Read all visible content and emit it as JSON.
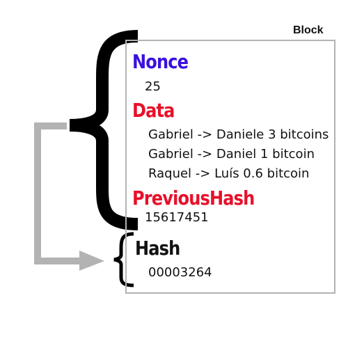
{
  "block": {
    "label": "Block"
  },
  "nonce": {
    "label": "Nonce",
    "value": "25"
  },
  "data": {
    "label": "Data",
    "transactions": [
      "Gabriel -> Daniele 3 bitcoins",
      "Gabriel -> Daniel 1 bitcoin",
      "Raquel -> Luís 0.6 bitcoin"
    ]
  },
  "previous_hash": {
    "label": "PreviousHash",
    "value": "15617451"
  },
  "hash": {
    "label": "Hash",
    "value": "00003264"
  },
  "colors": {
    "nonce": "#3a10e0",
    "data": "#e8102a",
    "previous_hash": "#e8102a",
    "hash": "#111111",
    "arrow": "#b3b3b3",
    "border": "#b3b3b3"
  }
}
